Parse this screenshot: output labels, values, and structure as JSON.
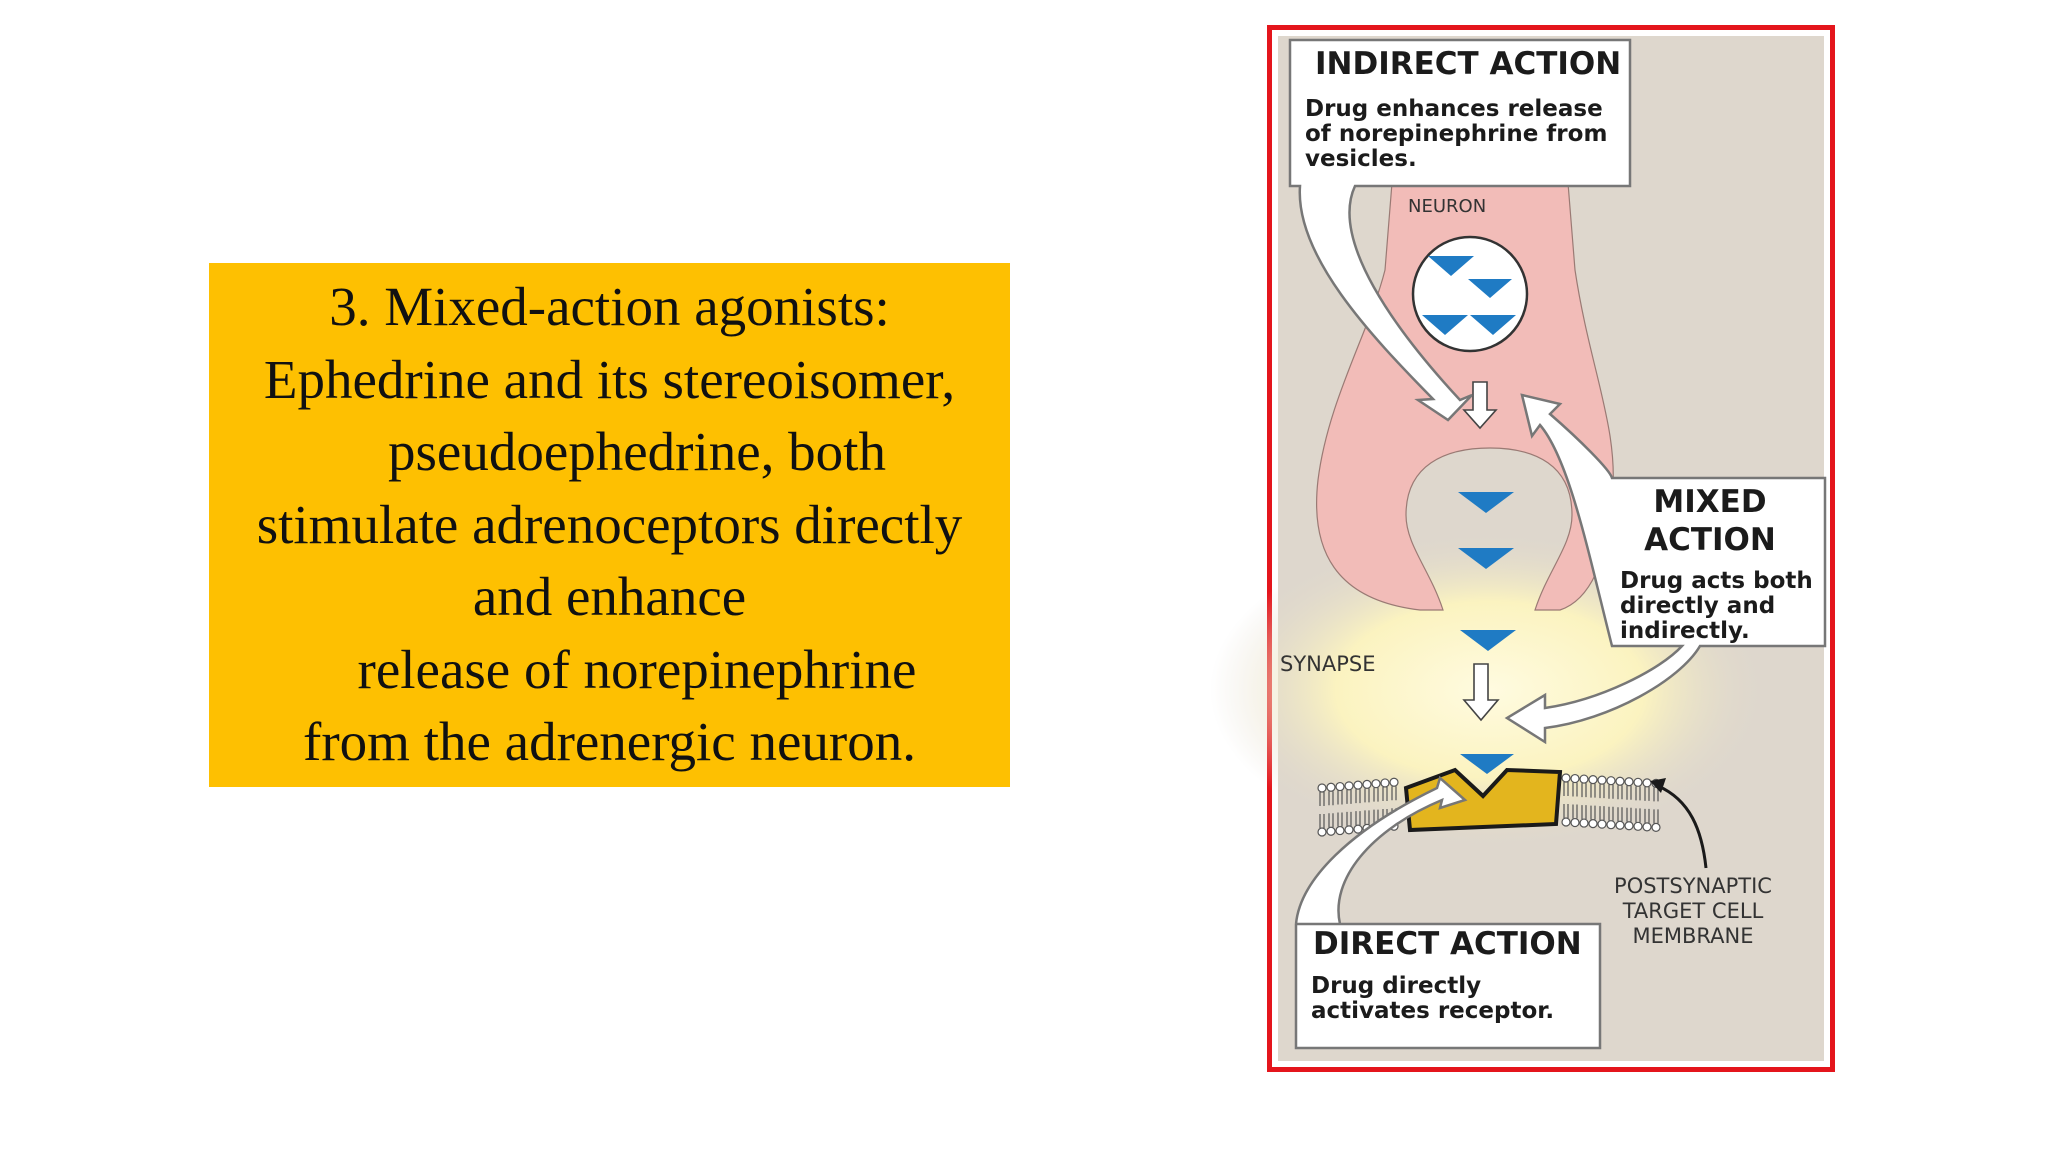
{
  "slide_text": {
    "lines": [
      "3. Mixed-action agonists:",
      "Ephedrine and its stereoisomer,",
      "    pseudoephedrine, both",
      "stimulate adrenoceptors directly",
      "and enhance",
      "    release of norepinephrine",
      "from the adrenergic neuron."
    ]
  },
  "diagram": {
    "indirect_action": {
      "title": "INDIRECT ACTION",
      "body": [
        "Drug enhances release",
        "of norepinephrine from",
        "vesicles."
      ]
    },
    "neuron_label": "NEURON",
    "mixed_action": {
      "title": [
        "MIXED",
        "ACTION"
      ],
      "body": [
        "Drug acts both",
        "directly and",
        "indirectly."
      ]
    },
    "synapse_label": "SYNAPSE",
    "direct_action": {
      "title": "DIRECT ACTION",
      "body": [
        "Drug directly",
        "activates receptor."
      ]
    },
    "membrane_label": [
      "POSTSYNAPTIC",
      "TARGET CELL",
      "MEMBRANE"
    ],
    "colors": {
      "frame_border": "#e4151c",
      "text_box_bg": "#fec001",
      "background": "#ded7cd",
      "neuron_fill": "#f2bcb8",
      "synapse_glow": "#fbf5c4",
      "norepinephrine": "#1f7bc4",
      "receptor": "#e3b51e"
    }
  }
}
